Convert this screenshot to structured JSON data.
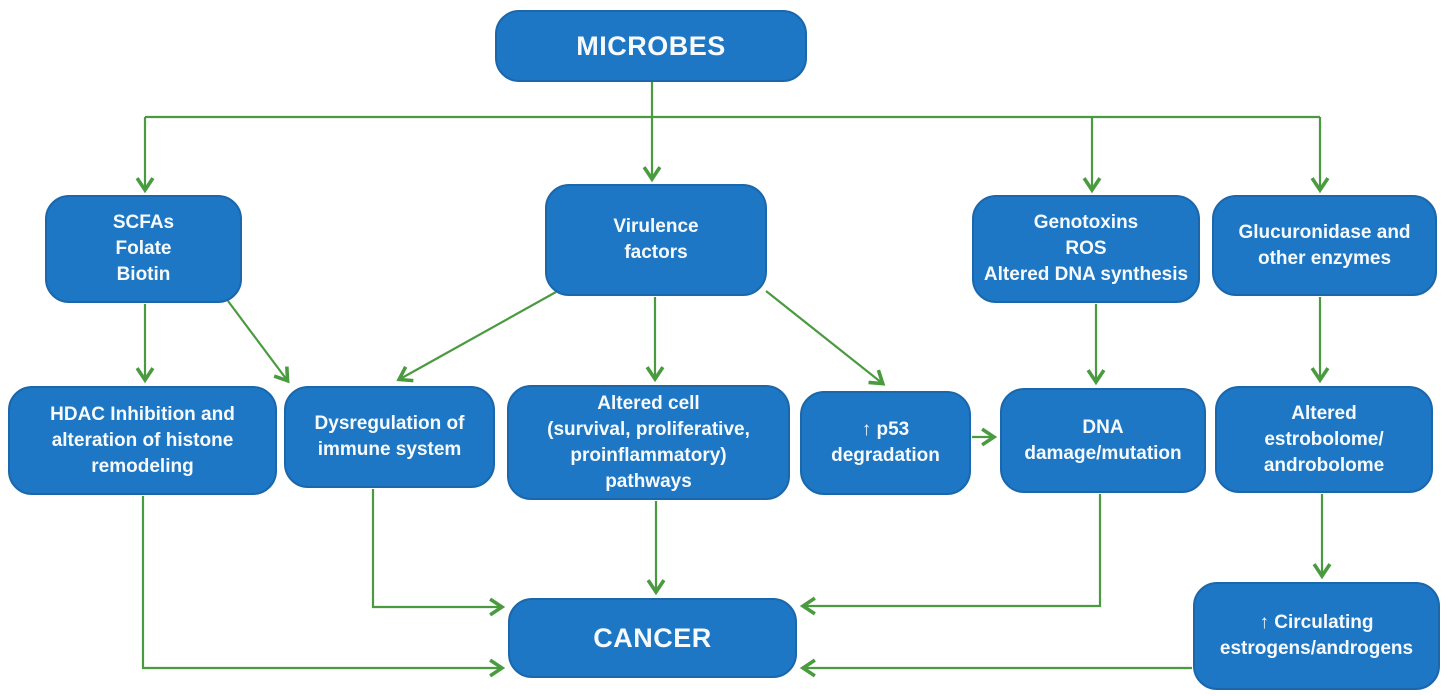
{
  "diagram": {
    "description": "Flowchart of mechanisms linking microbes to cancer",
    "colors": {
      "node_fill": "#1d77c4",
      "node_border": "#1a67ab",
      "arrow_green": "#4a9b3f",
      "text": "#f7fafc",
      "background": "#ffffff"
    },
    "nodes": {
      "microbes": {
        "label": "MICROBES"
      },
      "scfas": {
        "label": "SCFAs\nFolate\nBiotin"
      },
      "virulence": {
        "label": "Virulence\nfactors"
      },
      "genotoxins": {
        "label": "Genotoxins\nROS\nAltered DNA synthesis"
      },
      "glucuronidase": {
        "label": "Glucuronidase and\nother enzymes"
      },
      "hdac": {
        "label": "HDAC Inhibition and\nalteration of histone\nremodeling"
      },
      "dysregulation": {
        "label": "Dysregulation of\nimmune system"
      },
      "altered_cell": {
        "label": "Altered cell\n(survival, proliferative,\nproinflammatory)\npathways"
      },
      "p53": {
        "label": "↑ p53\ndegradation"
      },
      "dna_damage": {
        "label": "DNA\ndamage/mutation"
      },
      "estrobolome": {
        "label": "Altered\nestrobolome/\nandrobolome"
      },
      "cancer": {
        "label": "CANCER"
      },
      "circulating": {
        "label": "↑ Circulating\nestrogens/androgens"
      }
    },
    "edges": [
      {
        "from": "microbes",
        "to": "scfas"
      },
      {
        "from": "microbes",
        "to": "virulence"
      },
      {
        "from": "microbes",
        "to": "genotoxins"
      },
      {
        "from": "microbes",
        "to": "glucuronidase"
      },
      {
        "from": "scfas",
        "to": "hdac"
      },
      {
        "from": "scfas",
        "to": "dysregulation"
      },
      {
        "from": "virulence",
        "to": "dysregulation"
      },
      {
        "from": "virulence",
        "to": "altered_cell"
      },
      {
        "from": "virulence",
        "to": "p53"
      },
      {
        "from": "p53",
        "to": "dna_damage"
      },
      {
        "from": "genotoxins",
        "to": "dna_damage"
      },
      {
        "from": "glucuronidase",
        "to": "estrobolome"
      },
      {
        "from": "estrobolome",
        "to": "circulating"
      },
      {
        "from": "hdac",
        "to": "cancer"
      },
      {
        "from": "dysregulation",
        "to": "cancer"
      },
      {
        "from": "altered_cell",
        "to": "cancer"
      },
      {
        "from": "dna_damage",
        "to": "cancer"
      },
      {
        "from": "circulating",
        "to": "cancer"
      }
    ]
  }
}
